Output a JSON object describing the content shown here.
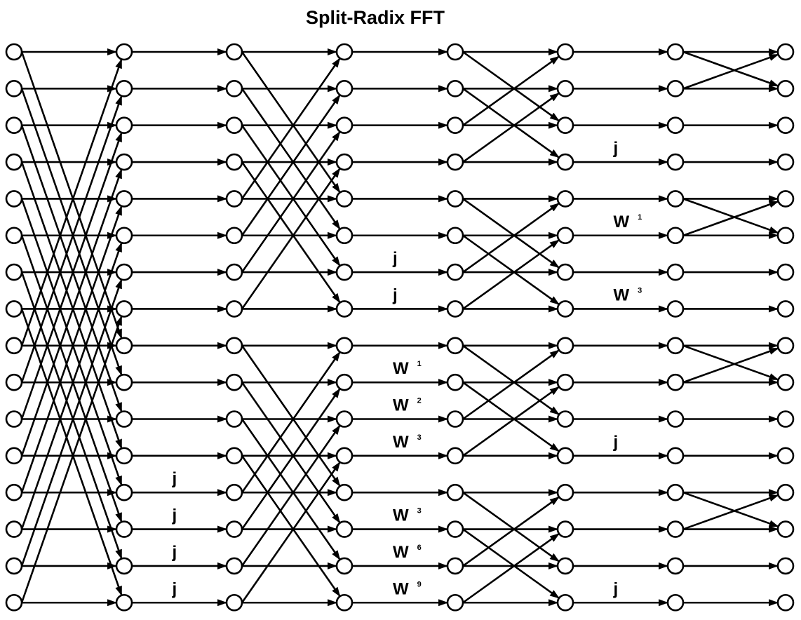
{
  "title": "Split-Radix FFT",
  "nodes_per_stage": 16,
  "stage_count": 8,
  "twiddles": [
    {
      "gap": 1,
      "row": 12,
      "base": "j",
      "exp": ""
    },
    {
      "gap": 1,
      "row": 13,
      "base": "j",
      "exp": ""
    },
    {
      "gap": 1,
      "row": 14,
      "base": "j",
      "exp": ""
    },
    {
      "gap": 1,
      "row": 15,
      "base": "j",
      "exp": ""
    },
    {
      "gap": 3,
      "row": 6,
      "base": "j",
      "exp": ""
    },
    {
      "gap": 3,
      "row": 7,
      "base": "j",
      "exp": ""
    },
    {
      "gap": 3,
      "row": 9,
      "base": "W",
      "exp": "1"
    },
    {
      "gap": 3,
      "row": 10,
      "base": "W",
      "exp": "2"
    },
    {
      "gap": 3,
      "row": 11,
      "base": "W",
      "exp": "3"
    },
    {
      "gap": 3,
      "row": 13,
      "base": "W",
      "exp": "3"
    },
    {
      "gap": 3,
      "row": 14,
      "base": "W",
      "exp": "6"
    },
    {
      "gap": 3,
      "row": 15,
      "base": "W",
      "exp": "9"
    },
    {
      "gap": 5,
      "row": 3,
      "base": "j",
      "exp": ""
    },
    {
      "gap": 5,
      "row": 5,
      "base": "W",
      "exp": "1"
    },
    {
      "gap": 5,
      "row": 7,
      "base": "W",
      "exp": "3"
    },
    {
      "gap": 5,
      "row": 11,
      "base": "j",
      "exp": ""
    },
    {
      "gap": 5,
      "row": 15,
      "base": "j",
      "exp": ""
    }
  ],
  "colors": {
    "stroke": "#000000",
    "background": "#ffffff"
  }
}
